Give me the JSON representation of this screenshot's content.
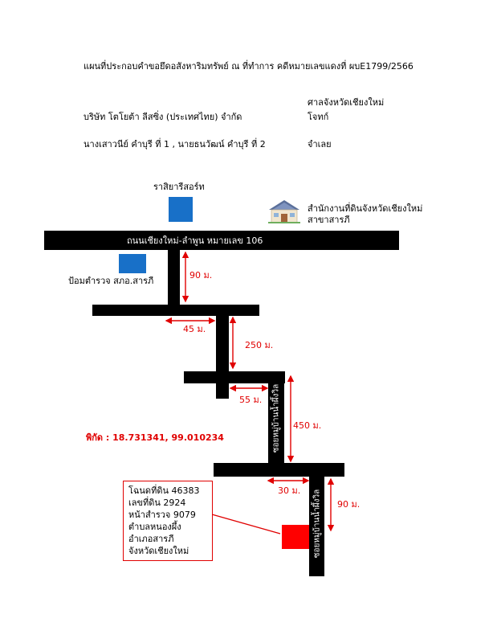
{
  "header": {
    "title": "แผนที่ประกอบคำขอยึดอสังหาริมทรัพย์ ณ ที่ทำการ คดีหมายเลขแดงที่ ผบE1799/2566",
    "court": "ศาลจังหวัดเชียงใหม่",
    "plaintiff_name": "บริษัท โตโยต้า ลีสซิ่ง (ประเทศไทย) จำกัด",
    "plaintiff_role": "โจทก์",
    "defendant_name": "นางเสาวนีย์  คำบุรี ที่ 1 ,  นายธนวัฒน์  คำบุรี  ที่ 2",
    "defendant_role": "จำเลย"
  },
  "landmarks": {
    "resort": "ราสิยารีสอร์ท",
    "land_office_line1": "สำนักงานที่ดินจังหวัดเชียงใหม่",
    "land_office_line2": "สาขาสารภี",
    "police": "ป้อมตำรวจ สภอ.สารภี"
  },
  "roads": {
    "main_road": "ถนนเชียงใหม่-ลำพูน หมายเลข 106",
    "soi_1": "ซอยหมู่บ้านน้ำผึ้งวิล",
    "soi_2": "ซอยหมู่บ้านน้ำผึ้งวิล"
  },
  "distances": {
    "d1": "90 ม.",
    "d2": "45 ม.",
    "d3": "250 ม.",
    "d4": "55 ม.",
    "d5": "450 ม.",
    "d6": "30 ม.",
    "d7": "90 ม."
  },
  "coordinates": "พิกัด : 18.731341, 99.010234",
  "property_info": {
    "line1": "โฉนดที่ดิน 46383",
    "line2": "เลขที่ดิน 2924",
    "line3": "หน้าสำรวจ 9079",
    "line4": "ตำบลหนองผึ้ง",
    "line5": "อำเภอสารภี",
    "line6": "จังหวัดเชียงใหม่"
  },
  "colors": {
    "road": "#000000",
    "landmark": "#1870c8",
    "target": "#ff0000",
    "annotation": "#e00000"
  },
  "icons": {
    "land_office": "house-icon"
  }
}
